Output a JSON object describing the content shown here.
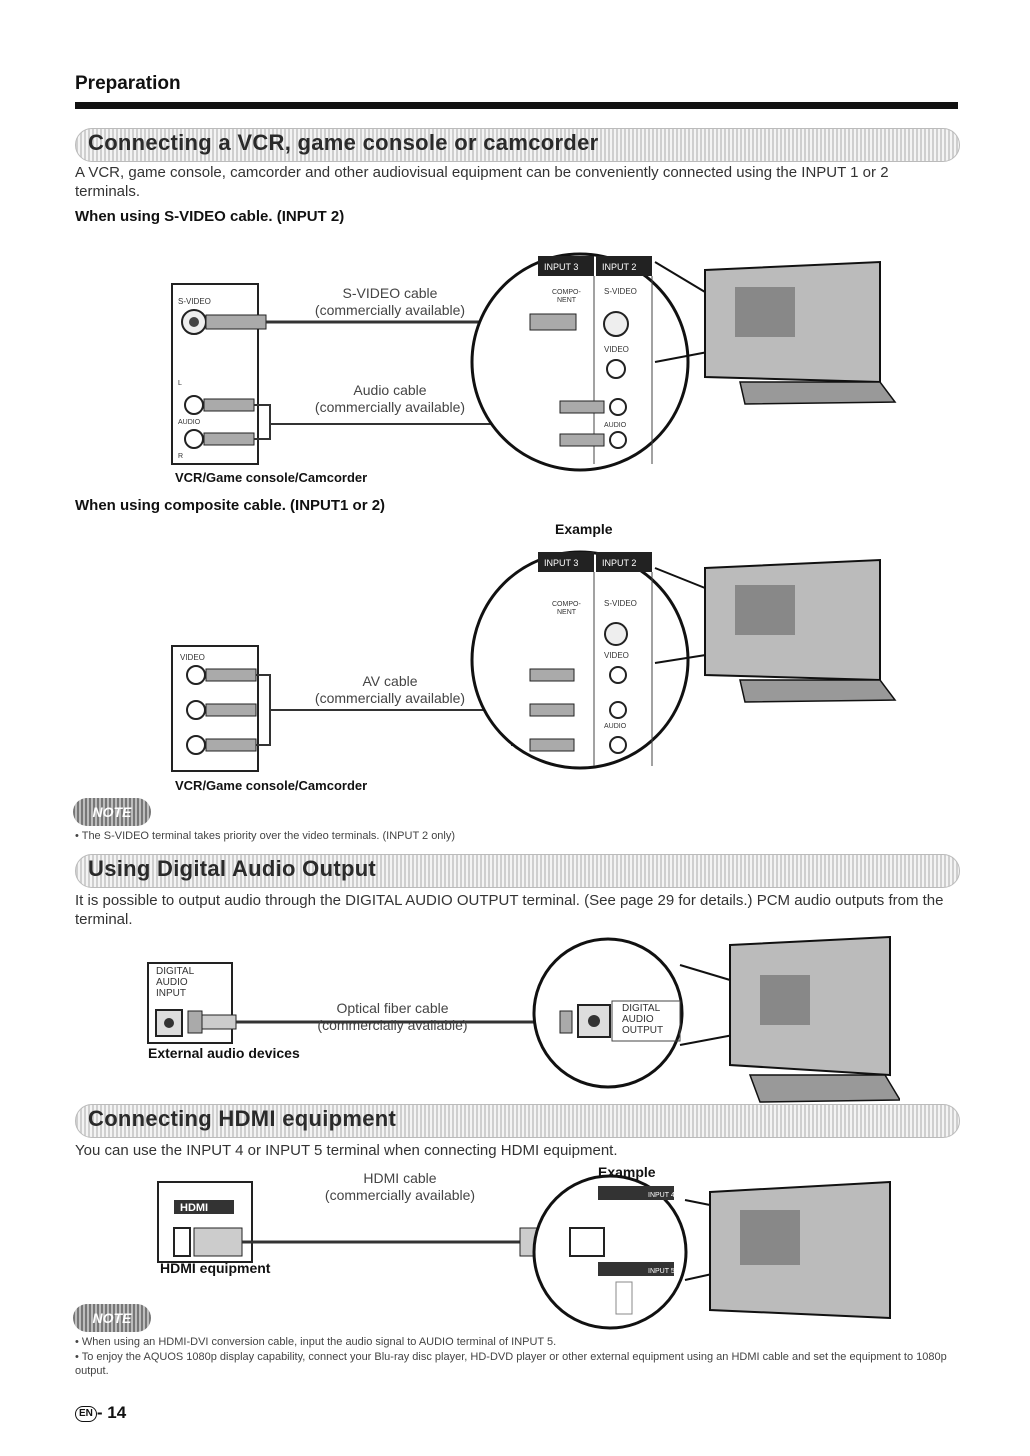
{
  "header": {
    "title": "Preparation"
  },
  "section1": {
    "title": "Connecting a VCR, game console or camcorder",
    "intro": "A VCR, game console, camcorder and other audiovisual equipment can be conveniently connected using the INPUT 1 or 2 terminals.",
    "svideo": {
      "heading": "When using S-VIDEO cable. (INPUT 2)",
      "cable1": "S-VIDEO cable",
      "cable1_sub": "(commercially available)",
      "cable2": "Audio cable",
      "cable2_sub": "(commercially available)",
      "device_label": "VCR/Game console/Camcorder",
      "port_svideo": "S-VIDEO",
      "port_audio": "AUDIO",
      "port_l": "L",
      "port_r": "R",
      "tv_input3": "INPUT 3",
      "tv_input2": "INPUT 2",
      "tv_component": "COMPO-NENT",
      "tv_svideo": "S-VIDEO",
      "tv_video": "VIDEO",
      "tv_audio": "AUDIO"
    },
    "composite": {
      "heading": "When using composite cable. (INPUT1 or 2)",
      "example": "Example",
      "cable": "AV cable",
      "cable_sub": "(commercially available)",
      "device_label": "VCR/Game console/Camcorder",
      "port_video": "VIDEO"
    },
    "note_badge": "NOTE",
    "note": "The S-VIDEO terminal takes priority over the video terminals. (INPUT 2 only)"
  },
  "section2": {
    "title": "Using Digital Audio Output",
    "intro": "It is possible to output audio through the DIGITAL AUDIO OUTPUT terminal. (See page 29 for details.) PCM audio outputs from the terminal.",
    "device_port": "DIGITAL AUDIO INPUT",
    "cable": "Optical fiber cable",
    "cable_sub": "(commercially available)",
    "tv_port": "DIGITAL AUDIO OUTPUT",
    "device_label": "External audio devices"
  },
  "section3": {
    "title": "Connecting HDMI equipment",
    "intro": "You can use the INPUT 4 or INPUT 5 terminal when connecting HDMI equipment.",
    "example": "Example",
    "cable": "HDMI cable",
    "cable_sub": "(commercially available)",
    "device_label": "HDMI equipment",
    "device_logo": "HDMI",
    "tv_input4": "INPUT 4",
    "tv_input5": "INPUT 5",
    "note_badge": "NOTE",
    "notes": [
      "When using an HDMI-DVI conversion cable, input the audio signal to AUDIO terminal of INPUT 5.",
      "To enjoy the AQUOS 1080p display capability, connect your Blu-ray disc player, HD-DVD player or other external equipment using an HDMI cable and set the equipment to 1080p output."
    ]
  },
  "footer": {
    "lang": "EN",
    "page": "- 14"
  }
}
